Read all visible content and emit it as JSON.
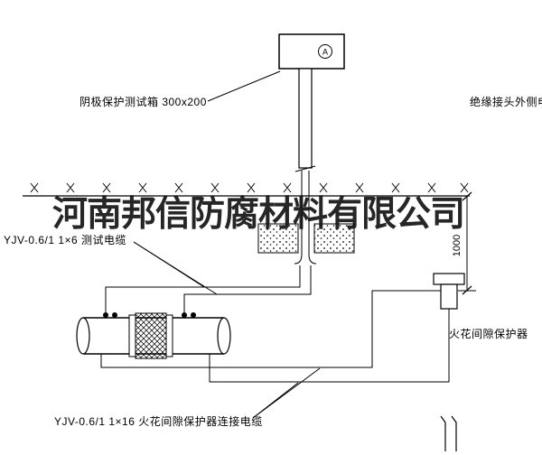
{
  "watermark": "河南邦信防腐材料有限公司",
  "labels": {
    "test_box": "阴极保护测试箱 300x200",
    "insulated_joint_cable": "绝缘接头外侧电缆",
    "test_cable": "YJV-0.6/1 1×6  测试电缆",
    "spark_gap_protector": "火花间隙保护器",
    "protector_cable": "YJV-0.6/1 1×16  火花间隙保护器连接电缆"
  },
  "annotations": {
    "box_letter": "A",
    "dimension_value": "1000"
  },
  "colors": {
    "line": "#000000",
    "background": "#ffffff",
    "watermark": "#141414"
  }
}
